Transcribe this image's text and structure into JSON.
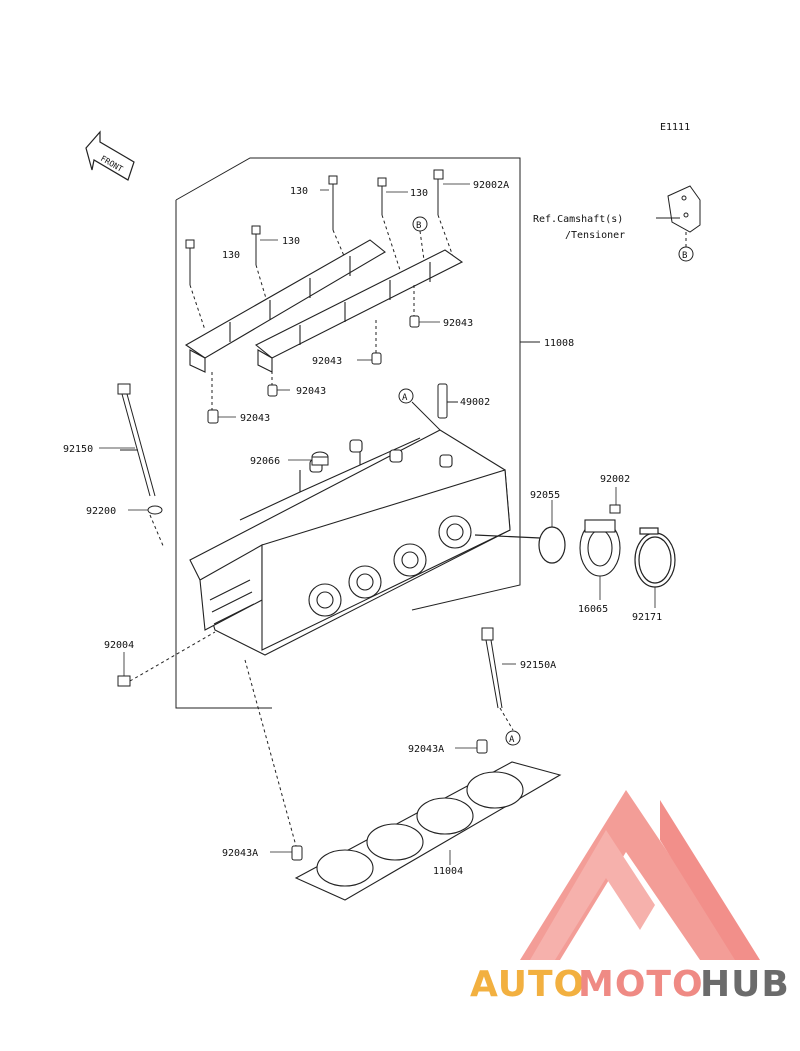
{
  "diagram": {
    "code": "E1111",
    "front_label": "FRONT",
    "reference_note": [
      "Ref.Camshaft(s)",
      "/Tensioner"
    ],
    "callouts": {
      "A": "A",
      "B": "B"
    },
    "part_numbers": {
      "p130_a": "130",
      "p130_b": "130",
      "p130_c": "130",
      "p130_d": "130",
      "p92002A": "92002A",
      "p92043_a": "92043",
      "p92043_b": "92043",
      "p92043_c": "92043",
      "p92043_d": "92043",
      "p11008": "11008",
      "p49002": "49002",
      "p92150": "92150",
      "p92066": "92066",
      "p92200": "92200",
      "p92055": "92055",
      "p92002": "92002",
      "p16065": "16065",
      "p92171": "92171",
      "p92004": "92004",
      "p92150A": "92150A",
      "p92043A_a": "92043A",
      "p92043A_b": "92043A",
      "p11004": "11004"
    }
  },
  "watermark": {
    "brand_part1": "AUTO",
    "brand_part2": "MOTO",
    "brand_part3": "HUB",
    "colors": {
      "orange": "#f2b040",
      "red": "#ef8a84",
      "gray": "#6b6b6b"
    }
  }
}
